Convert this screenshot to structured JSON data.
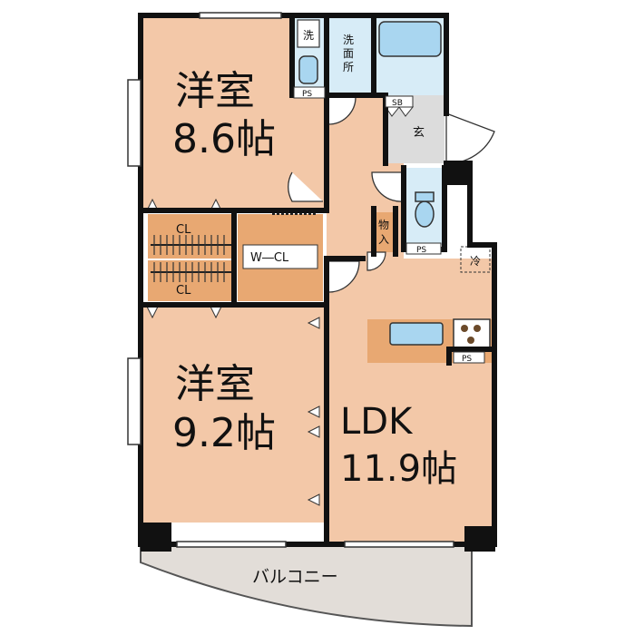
{
  "colors": {
    "room": "#F3C8A8",
    "closet": "#E8A872",
    "balcony": "#E2DDD8",
    "wet": "#D7ECF7",
    "entry": "#DCDCDC",
    "fixture": "#A9D6F0",
    "wall": "#111111"
  },
  "rooms": {
    "western1": {
      "name": "洋室",
      "size": "8.6帖"
    },
    "western2": {
      "name": "洋室",
      "size": "9.2帖"
    },
    "ldk": {
      "name": "LDK",
      "size": "11.9帖"
    },
    "wcl": {
      "label": "W―CL"
    },
    "cl_upper": {
      "label": "CL"
    },
    "cl_lower": {
      "label": "CL"
    },
    "balcony": {
      "label": "バルコニー"
    },
    "washroom": {
      "label_chars": [
        "洗",
        "面",
        "所"
      ]
    },
    "washer": {
      "label": "洗"
    },
    "entrance": {
      "label": "玄"
    },
    "storage": {
      "label_chars": [
        "物",
        "入"
      ]
    },
    "fridge": {
      "label": "冷"
    },
    "ps_wash": {
      "label": "PS"
    },
    "sb": {
      "label": "SB"
    },
    "ps_toilet": {
      "label": "PS"
    },
    "ps_kitchen": {
      "label": "PS"
    }
  }
}
